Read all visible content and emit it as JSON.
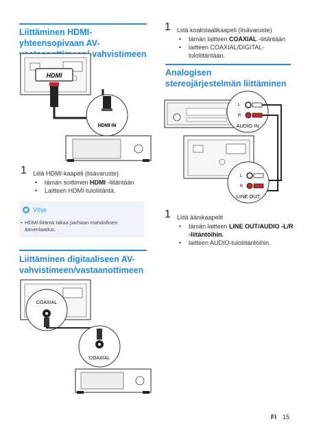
{
  "sections": {
    "hdmi_heading": "Liittäminen HDMI-yhteensopivaan AV-vastaanottimeen/-vahvistimeen",
    "digital_heading": "Liittäminen digitaaliseen AV-vahvistimeen/vastaanottimeen",
    "analog_heading": "Analogisen stereojärjestelmän liittäminen"
  },
  "hdmi_step": {
    "num": "1",
    "text": "Liitä HDMI-kaapeli (lisävaruste)",
    "bullet1_pre": "tämän soittimen ",
    "bullet1_bold": "HDMI",
    "bullet1_post": " -liitäntään",
    "bullet2": "Laitteen HDMI-tuloliitäntä."
  },
  "tip": {
    "title": "Vihje",
    "text": "HDMI-liitäntä takaa parhaan mahdollisen äänenlaadun."
  },
  "coax_step": {
    "num": "1",
    "text": "Liitä koaksiaalikaapeli (lisävaruste)",
    "bullet1_pre": "tämän laitteen ",
    "bullet1_bold": "COAXIAL",
    "bullet1_post": " -liitäntään",
    "bullet2": "laitteen COAXIAL/DIGITAL-tuloliitäntään."
  },
  "audio_step": {
    "num": "1",
    "text": "Liitä äänikaapelit",
    "bullet1_pre": "tämän laitteen ",
    "bullet1_bold": "LINE OUT/AUDIO -L/R -liitäntöihin.",
    "bullet2": "laitteen AUDIO-tuloliitäntöihin."
  },
  "labels": {
    "hdmi_logo": "HDMI",
    "hdmi_in": "HDMI IN",
    "coaxial_top": "COAXIAL",
    "coaxial_bottom": "COAXIAL",
    "audio_in": "AUDIO IN",
    "line_out": "LINE OUT",
    "l": "L",
    "r": "R",
    "l2": "L",
    "r2": "R"
  },
  "footer": {
    "lang": "FI",
    "page": "15"
  },
  "colors": {
    "accent": "#1e88d6",
    "tip_bg": "#eef3f9",
    "red_plug": "#c0282c"
  }
}
